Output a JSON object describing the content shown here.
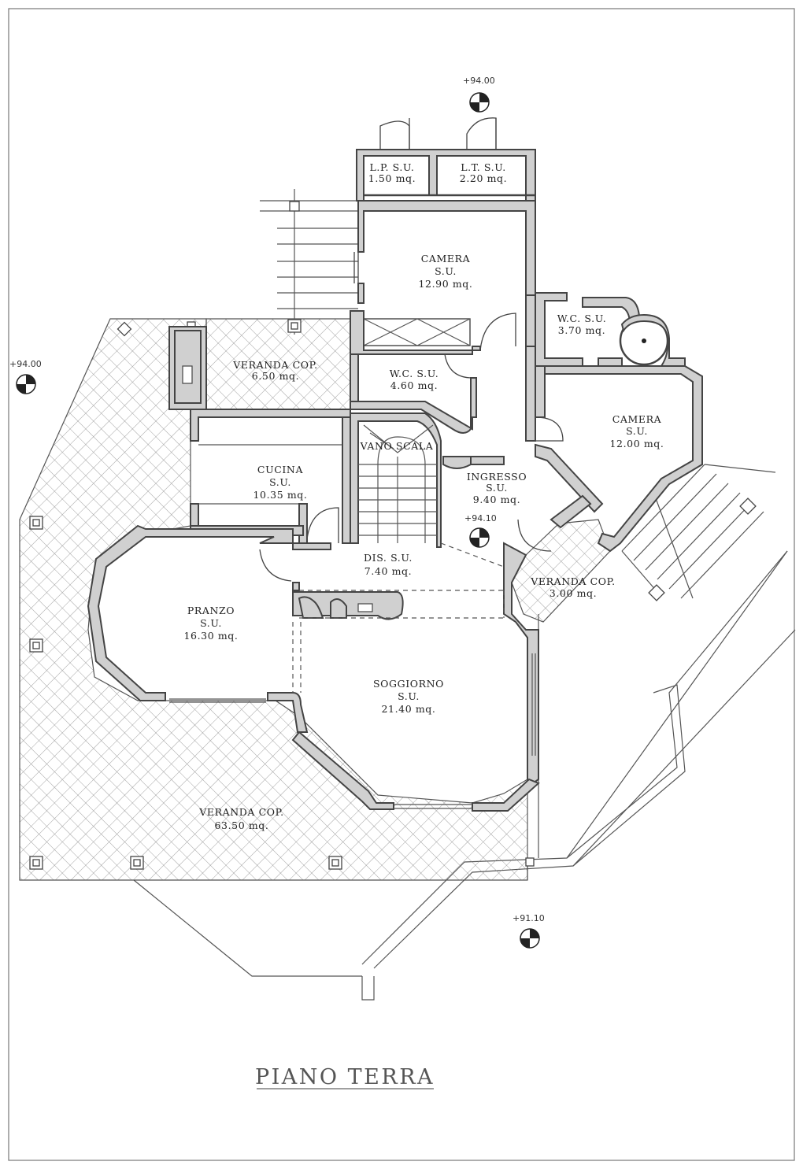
{
  "title": "PIANO TERRA",
  "rooms": [
    {
      "id": "lp",
      "name": "L.P. S.U.",
      "area": "1.50 mq."
    },
    {
      "id": "lt",
      "name": "L.T. S.U.",
      "area": "2.20 mq."
    },
    {
      "id": "camera1",
      "name": "CAMERA",
      "sub": "S.U.",
      "area": "12.90 mq."
    },
    {
      "id": "wc2",
      "name": "W.C. S.U.",
      "area": "3.70 mq."
    },
    {
      "id": "veranda_top",
      "name": "VERANDA COP.",
      "area": "6.50 mq."
    },
    {
      "id": "wc1",
      "name": "W.C. S.U.",
      "area": "4.60 mq."
    },
    {
      "id": "camera2",
      "name": "CAMERA",
      "sub": "S.U.",
      "area": "12.00 mq."
    },
    {
      "id": "vano",
      "name": "VANO SCALA"
    },
    {
      "id": "cucina",
      "name": "CUCINA",
      "sub": "S.U.",
      "area": "10.35 mq."
    },
    {
      "id": "ingresso",
      "name": "INGRESSO",
      "sub": "S.U.",
      "area": "9.40 mq."
    },
    {
      "id": "dis",
      "name": "DIS. S.U.",
      "area": "7.40 mq."
    },
    {
      "id": "veranda_small",
      "name": "VERANDA COP.",
      "area": "3.00 mq."
    },
    {
      "id": "pranzo",
      "name": "PRANZO",
      "sub": "S.U.",
      "area": "16.30 mq."
    },
    {
      "id": "soggiorno",
      "name": "SOGGIORNO",
      "sub": "S.U.",
      "area": "21.40 mq."
    },
    {
      "id": "veranda_big",
      "name": "VERANDA COP.",
      "area": "63.50 mq."
    }
  ],
  "levels": [
    {
      "id": "l1",
      "text": "+94.00"
    },
    {
      "id": "l2",
      "text": "+94.00"
    },
    {
      "id": "l3",
      "text": "+94.10"
    },
    {
      "id": "l4",
      "text": "+91.10"
    }
  ]
}
